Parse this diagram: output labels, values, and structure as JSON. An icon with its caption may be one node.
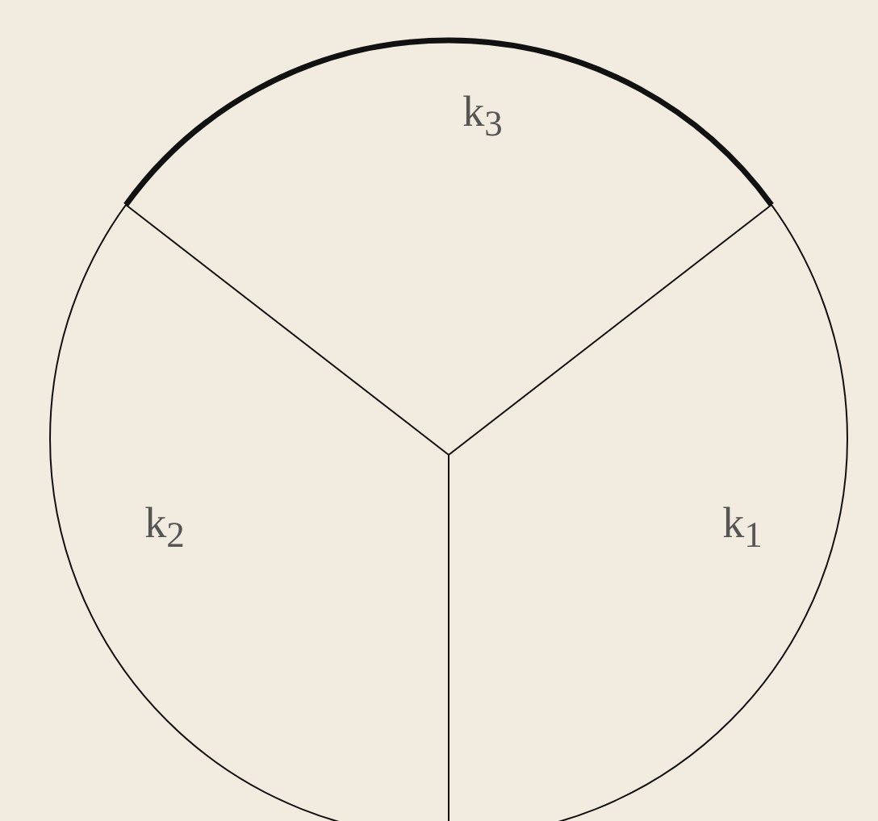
{
  "diagram": {
    "labels": [
      "k$_{3}$",
      "k$_{2}$",
      "k$_{1}$"
    ]
  }
}
